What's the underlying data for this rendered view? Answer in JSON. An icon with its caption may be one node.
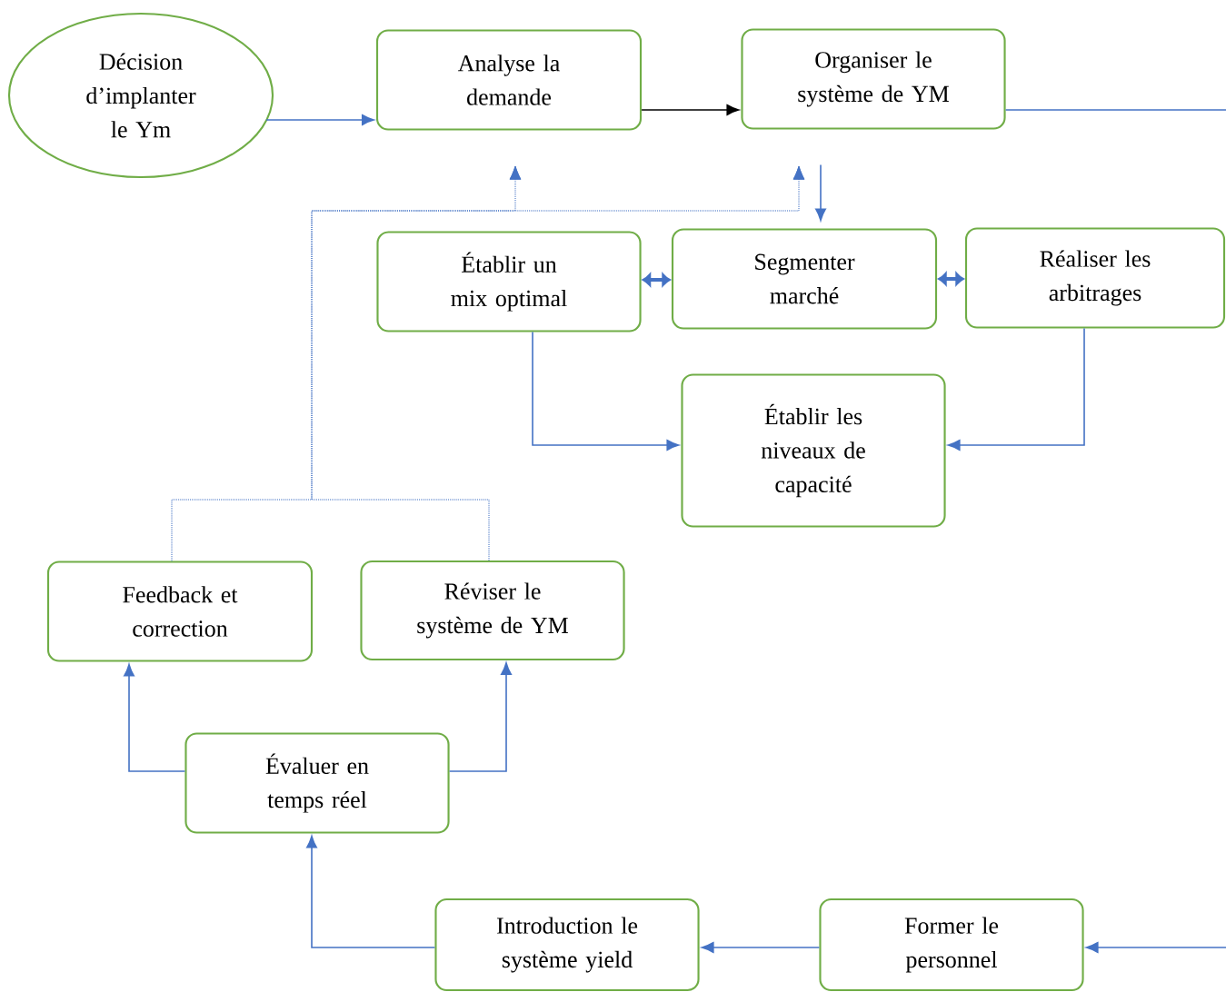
{
  "diagram": {
    "nodes": [
      {
        "text": [
          "Décision d’implanter le Ym"
        ]
      },
      {
        "text": [
          "Analyse la demande"
        ]
      },
      {
        "text": [
          "Organiser le système de YM"
        ]
      },
      {
        "text": [
          "Établir un mix optimal"
        ]
      },
      {
        "text": [
          "Segmenter marché"
        ]
      },
      {
        "text": [
          "Réaliser les arbitrages"
        ]
      },
      {
        "text": [
          "Établir les niveaux de capacité"
        ]
      },
      {
        "text": [
          "Feedback et correction"
        ]
      },
      {
        "text": [
          "Réviser le système de YM"
        ]
      },
      {
        "text": [
          "Évaluer en temps réel"
        ]
      },
      {
        "text": [
          "Introduction le système yield"
        ]
      },
      {
        "text": [
          "Former le personnel"
        ]
      }
    ],
    "edges": [
      {
        "from": 0,
        "to": 1,
        "arrow": "to"
      },
      {
        "from": 1,
        "to": 2,
        "arrow": "to",
        "color": "#000000"
      },
      {
        "from": 2,
        "to": null,
        "arrow": "none"
      },
      {
        "from": 2,
        "to": 4,
        "arrow": "to"
      },
      {
        "from": 3,
        "to": 4,
        "arrow": "both",
        "style": "thick"
      },
      {
        "from": 4,
        "to": 5,
        "arrow": "both",
        "style": "thick"
      },
      {
        "from": 3,
        "to": 6,
        "arrow": "to"
      },
      {
        "from": 5,
        "to": 6,
        "arrow": "to"
      },
      {
        "from": 7,
        "to": 1,
        "arrow": "to",
        "style": "dashed"
      },
      {
        "from": 8,
        "to": 1,
        "arrow": "to",
        "style": "dashed"
      },
      {
        "from": 7,
        "to": 2,
        "arrow": "to",
        "style": "dashed"
      },
      {
        "from": 8,
        "to": 2,
        "arrow": "to",
        "style": "dashed"
      },
      {
        "from": 9,
        "to": 7,
        "arrow": "to"
      },
      {
        "from": 9,
        "to": 8,
        "arrow": "to"
      },
      {
        "from": 10,
        "to": 9,
        "arrow": "to"
      },
      {
        "from": 11,
        "to": 10,
        "arrow": "to"
      },
      {
        "from": null,
        "to": 11,
        "arrow": "to"
      }
    ]
  }
}
